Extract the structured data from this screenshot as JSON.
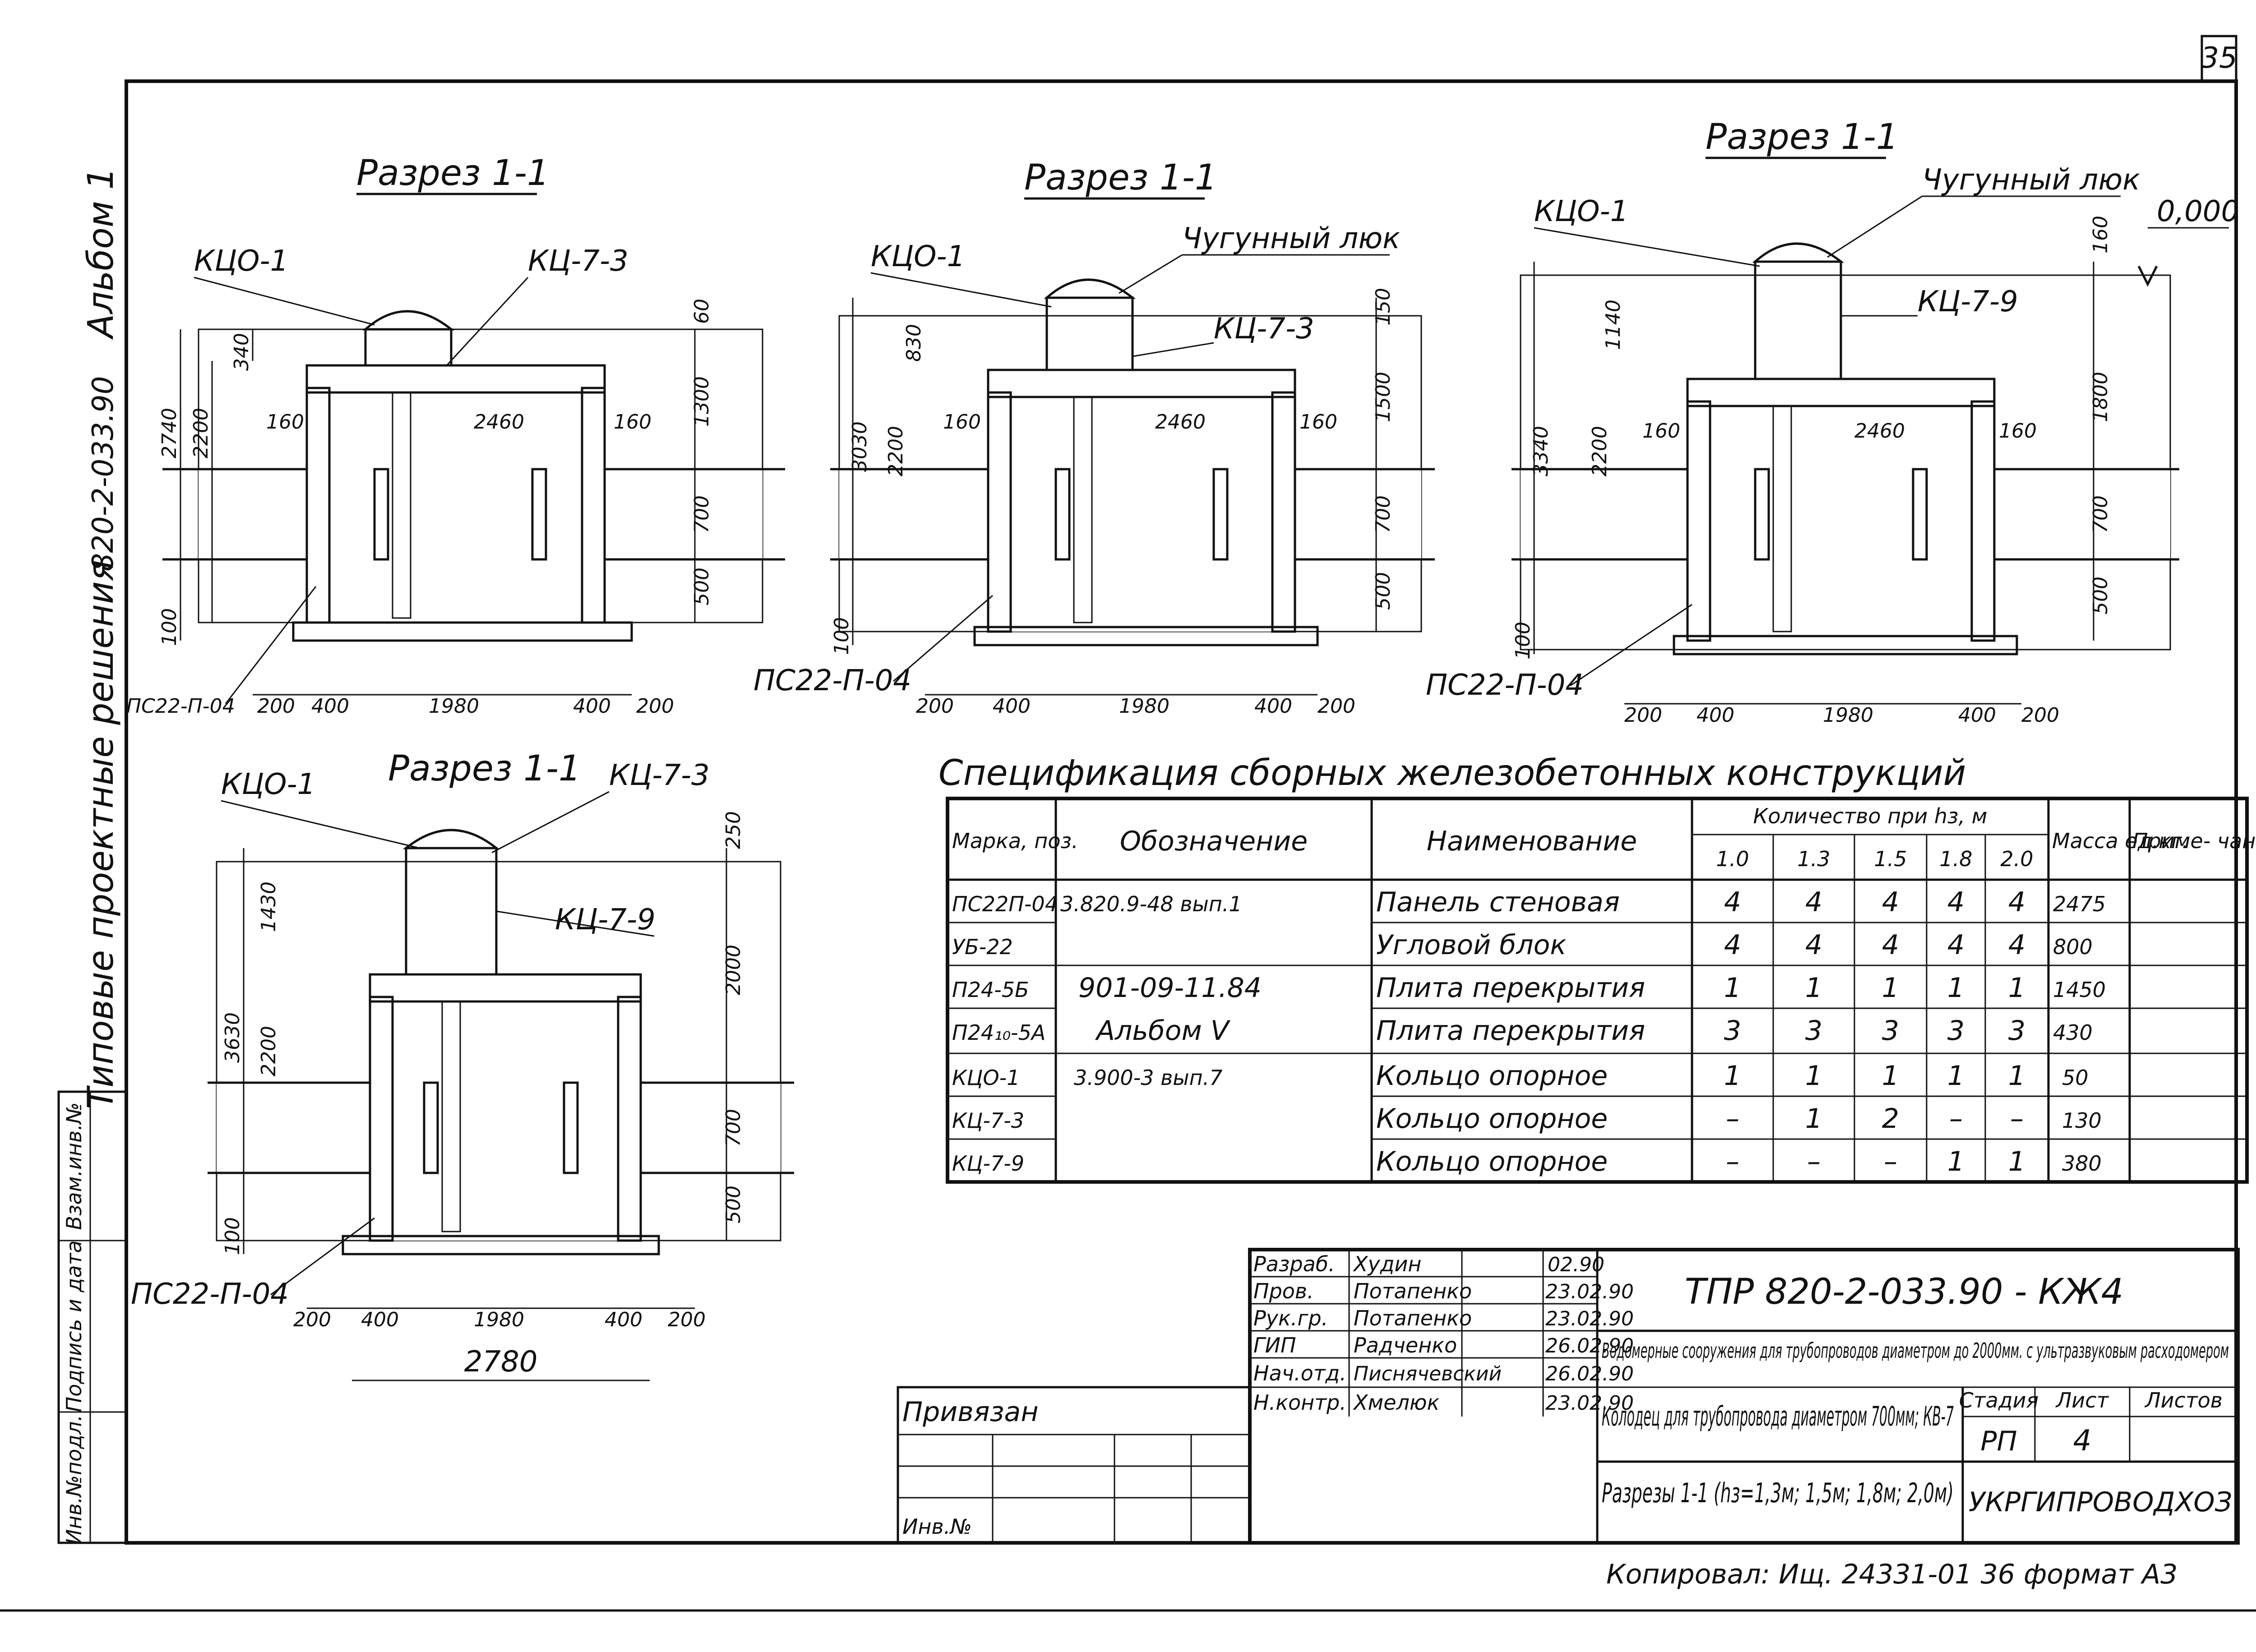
{
  "sheet_number": "35",
  "side_stamp": {
    "album": "Альбом 1",
    "code": "820-2-033.90",
    "series": "Типовые проектные решения",
    "fields": [
      "Инв.№подл.",
      "Подпись и дата",
      "Взам.инв.№"
    ]
  },
  "top_level_mark": "0,000",
  "sections": [
    {
      "title": "Разрез 1-1",
      "labels": {
        "ring_support": "КЦО-1",
        "ring_extra": "КЦ-7-3",
        "hatch": "",
        "panel": "ПС22-П-04"
      },
      "dims": {
        "total": "2740",
        "inner": "2200",
        "top": "340",
        "wall_l": "160",
        "span": "2460",
        "wall_r": "160",
        "upper": "1300",
        "pipe": "700",
        "lower": "500",
        "slab": "100",
        "cover": "60",
        "b1": "200",
        "b2": "400",
        "b3": "1980",
        "b4": "400",
        "b5": "200"
      }
    },
    {
      "title": "Разрез 1-1",
      "labels": {
        "ring_support": "КЦО-1",
        "ring_extra": "КЦ-7-3",
        "hatch": "Чугунный люк",
        "panel": "ПС22-П-04"
      },
      "dims": {
        "total": "3030",
        "inner": "2200",
        "top": "830",
        "wall_l": "160",
        "span": "2460",
        "wall_r": "160",
        "upper": "1500",
        "pipe": "700",
        "lower": "500",
        "slab": "100",
        "cover": "150",
        "b1": "200",
        "b2": "400",
        "b3": "1980",
        "b4": "400",
        "b5": "200"
      }
    },
    {
      "title": "Разрез 1-1",
      "labels": {
        "ring_support": "КЦО-1",
        "ring_extra": "КЦ-7-9",
        "hatch": "Чугунный люк",
        "panel": "ПС22-П-04"
      },
      "dims": {
        "total": "3340",
        "inner": "2200",
        "top": "1140",
        "wall_l": "160",
        "span": "2460",
        "wall_r": "160",
        "upper": "1800",
        "pipe": "700",
        "lower": "500",
        "slab": "100",
        "cover": "160",
        "b1": "200",
        "b2": "400",
        "b3": "1980",
        "b4": "400",
        "b5": "200"
      }
    },
    {
      "title": "Разрез 1-1",
      "labels": {
        "ring_support": "КЦО-1",
        "ring_extra": "КЦ-7-3",
        "ring_extra2": "КЦ-7-9",
        "hatch": "",
        "panel": "ПС22-П-04"
      },
      "dims": {
        "total": "3630",
        "inner": "2200",
        "top": "1430",
        "wall_l": "",
        "span": "",
        "wall_r": "",
        "upper": "2000",
        "pipe": "700",
        "lower": "500",
        "slab": "100",
        "cover": "250",
        "b1": "200",
        "b2": "400",
        "b3": "1980",
        "b4": "400",
        "b5": "200",
        "overall": "2780"
      }
    }
  ],
  "spec": {
    "title": "Спецификация сборных железобетонных конструкций",
    "headers": {
      "mark": "Марка, поз.",
      "designation": "Обозначение",
      "name": "Наименование",
      "qty": "Количество при hз, м",
      "h": [
        "1.0",
        "1.3",
        "1.5",
        "1.8",
        "2.0"
      ],
      "mass": "Масса ед.кг.",
      "note": "Приме- чание"
    },
    "rows": [
      {
        "mark": "ПС22П-04",
        "designation": "3.820.9-48 вып.1",
        "name": "Панель стеновая",
        "q": [
          "4",
          "4",
          "4",
          "4",
          "4"
        ],
        "mass": "2475"
      },
      {
        "mark": "УБ-22",
        "designation": "",
        "name": "Угловой блок",
        "q": [
          "4",
          "4",
          "4",
          "4",
          "4"
        ],
        "mass": "800"
      },
      {
        "mark": "П24-5Б",
        "designation": "901-09-11.84",
        "name": "Плита перекрытия",
        "q": [
          "1",
          "1",
          "1",
          "1",
          "1"
        ],
        "mass": "1450"
      },
      {
        "mark": "П24₁₀-5А",
        "designation": "Альбом V",
        "name": "Плита перекрытия",
        "q": [
          "3",
          "3",
          "3",
          "3",
          "3"
        ],
        "mass": "430"
      },
      {
        "mark": "КЦО-1",
        "designation": "3.900-3 вып.7",
        "name": "Кольцо опорное",
        "q": [
          "1",
          "1",
          "1",
          "1",
          "1"
        ],
        "mass": "50"
      },
      {
        "mark": "КЦ-7-3",
        "designation": "",
        "name": "Кольцо опорное",
        "q": [
          "–",
          "1",
          "2",
          "–",
          "–"
        ],
        "mass": "130"
      },
      {
        "mark": "КЦ-7-9",
        "designation": "",
        "name": "Кольцо опорное",
        "q": [
          "–",
          "–",
          "–",
          "1",
          "1"
        ],
        "mass": "380"
      }
    ]
  },
  "title_block": {
    "code": "ТПР 820-2-033.90 - КЖ4",
    "roles": [
      {
        "role": "Разраб.",
        "name": "Худин",
        "date": "02.90"
      },
      {
        "role": "Пров.",
        "name": "Потапенко",
        "date": "23.02.90"
      },
      {
        "role": "Рук.гр.",
        "name": "Потапенко",
        "date": "23.02.90"
      },
      {
        "role": "ГИП",
        "name": "Радченко",
        "date": "26.02.90"
      },
      {
        "role": "Нач.отд.",
        "name": "Писнячевский",
        "date": "26.02.90"
      },
      {
        "role": "Н.контр.",
        "name": "Хмелюк",
        "date": "23.02.90"
      }
    ],
    "project": "Водомерные сооружения для трубопроводов диаметром до 2000мм. с ультразвуковым расходомером",
    "object": "Колодец для трубопровода диаметром 700мм; КВ-7",
    "sheet_title": "Разрезы 1-1 (hз=1,3м; 1,5м; 1,8м; 2,0м)",
    "stage_label": "Стадия",
    "sheet_label": "Лист",
    "sheets_label": "Листов",
    "stage": "РП",
    "sheet": "4",
    "org": "УКРГИПРОВОДХОЗ",
    "bound_label": "Привязан",
    "inv_label": "Инв.№",
    "copied": "Копировал: Ищ. 24331-01 36 формат А3"
  }
}
